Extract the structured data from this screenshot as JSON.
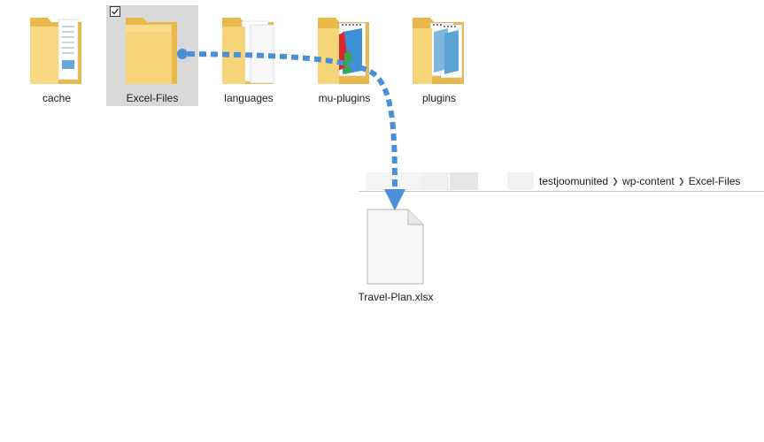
{
  "folders": [
    {
      "label": "cache",
      "icon": "folder-with-documents-icon",
      "selected": false
    },
    {
      "label": "Excel-Files",
      "icon": "folder-icon",
      "selected": true
    },
    {
      "label": "languages",
      "icon": "folder-with-pages-icon",
      "selected": false
    },
    {
      "label": "mu-plugins",
      "icon": "folder-with-notebook-icon",
      "selected": false
    },
    {
      "label": "plugins",
      "icon": "folder-with-notebooks-icon",
      "selected": false
    }
  ],
  "breadcrumb": {
    "items": [
      "testjoomunited",
      "wp-content",
      "Excel-Files"
    ],
    "separator": "❯"
  },
  "file": {
    "label": "Travel-Plan.xlsx",
    "icon": "blank-file-icon"
  },
  "colors": {
    "selection": "#d9d9d9",
    "folder": "#f5d47a",
    "folder_dark": "#e8b84a",
    "arrow": "#4a90d9"
  }
}
